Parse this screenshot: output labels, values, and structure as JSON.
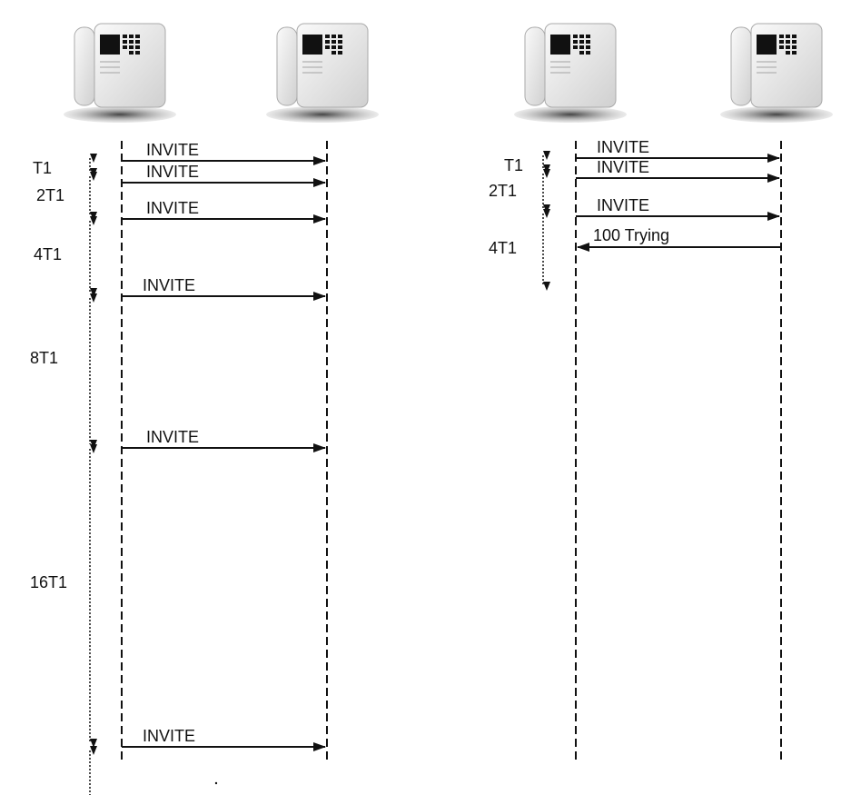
{
  "left": {
    "timers": [
      "T1",
      "2T1",
      "4T1",
      "8T1",
      "16T1"
    ],
    "messages": [
      "INVITE",
      "INVITE",
      "INVITE",
      "INVITE",
      "INVITE",
      "INVITE"
    ]
  },
  "right": {
    "timers": [
      "T1",
      "2T1",
      "4T1"
    ],
    "messages": [
      "INVITE",
      "INVITE",
      "INVITE",
      "100 Trying"
    ]
  },
  "colors": {
    "line": "#111111",
    "phone_body": "#e6e6e6",
    "shadow": "#555555"
  }
}
